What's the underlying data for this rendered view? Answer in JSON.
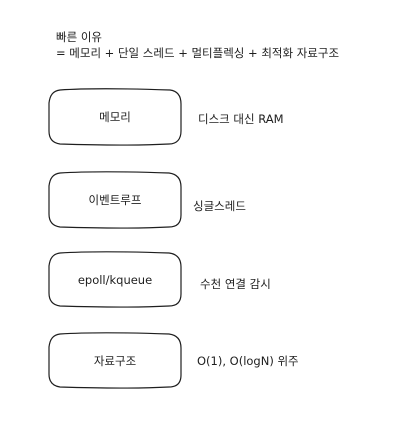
{
  "heading": {
    "title": "빠른 이유",
    "formula": "= 메모리 + 단일 스레드 + 멀티플렉싱 + 최적화 자료구조"
  },
  "steps": [
    {
      "label": "메모리",
      "note": "디스크 대신 RAM"
    },
    {
      "label": "이벤트루프",
      "note": "싱글스레드"
    },
    {
      "label": "epoll/kqueue",
      "note": "수천 연결 감시"
    },
    {
      "label": "자료구조",
      "note": "O(1), O(logN) 위주"
    }
  ],
  "colors": {
    "stroke": "#1e1e1e",
    "text": "#1e1e1e",
    "background": "#ffffff"
  }
}
